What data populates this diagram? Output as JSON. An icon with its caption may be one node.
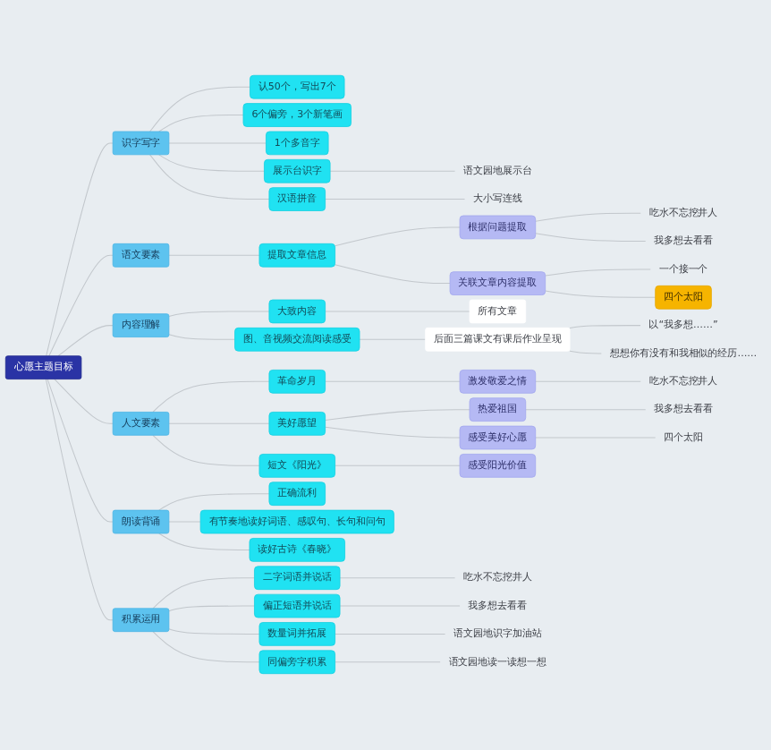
{
  "diagram": {
    "nodes": [
      {
        "text": [
          "心愿主题目标"
        ]
      },
      {
        "text": [
          "识字写字"
        ]
      },
      {
        "text": [
          "认50个，写出7个"
        ]
      },
      {
        "text": [
          "6个偏旁，3个新笔画"
        ]
      },
      {
        "text": [
          "1个多音字"
        ]
      },
      {
        "text": [
          "展示台识字"
        ]
      },
      {
        "text": [
          "语文园地展示台"
        ]
      },
      {
        "text": [
          "汉语拼音"
        ]
      },
      {
        "text": [
          "大小写连线"
        ]
      },
      {
        "text": [
          "语文要素"
        ]
      },
      {
        "text": [
          "提取文章信息"
        ]
      },
      {
        "text": [
          "根据问题提取"
        ]
      },
      {
        "text": [
          "吃水不忘挖井人"
        ]
      },
      {
        "text": [
          "我多想去看看"
        ]
      },
      {
        "text": [
          "关联文章内容提取"
        ]
      },
      {
        "text": [
          "一个接一个"
        ]
      },
      {
        "text": [
          "四个太阳"
        ]
      },
      {
        "text": [
          "内容理解"
        ]
      },
      {
        "text": [
          "大致内容"
        ]
      },
      {
        "text": [
          "所有文章"
        ]
      },
      {
        "text": [
          "图、音视频交流阅读感受"
        ]
      },
      {
        "text": [
          "后面三篇课文有课后作业呈现"
        ]
      },
      {
        "text": [
          "以“我多想……”"
        ]
      },
      {
        "text": [
          "想想你有没有和我相似的经历……"
        ]
      },
      {
        "text": [
          "人文要素"
        ]
      },
      {
        "text": [
          "革命岁月"
        ]
      },
      {
        "text": [
          "激发敬爱之情"
        ]
      },
      {
        "text": [
          "吃水不忘挖井人"
        ]
      },
      {
        "text": [
          "美好愿望"
        ]
      },
      {
        "text": [
          "热爱祖国"
        ]
      },
      {
        "text": [
          "我多想去看看"
        ]
      },
      {
        "text": [
          "感受美好心愿"
        ]
      },
      {
        "text": [
          "四个太阳"
        ]
      },
      {
        "text": [
          "短文《阳光》"
        ]
      },
      {
        "text": [
          "感受阳光价值"
        ]
      },
      {
        "text": [
          "朗读背诵"
        ]
      },
      {
        "text": [
          "正确流利"
        ]
      },
      {
        "text": [
          "有节奏地读好词语、感叹句、长句和问句"
        ]
      },
      {
        "text": [
          "读好古诗《春晓》"
        ]
      },
      {
        "text": [
          "积累运用"
        ]
      },
      {
        "text": [
          "二字词语并说话"
        ]
      },
      {
        "text": [
          "吃水不忘挖井人"
        ]
      },
      {
        "text": [
          "偏正短语并说话"
        ]
      },
      {
        "text": [
          "我多想去看看"
        ]
      },
      {
        "text": [
          "数量词并拓展"
        ]
      },
      {
        "text": [
          "语文园地识字加油站"
        ]
      },
      {
        "text": [
          "同偏旁字积累"
        ]
      },
      {
        "text": [
          "语文园地读一读想一想"
        ]
      }
    ],
    "edges": [
      {
        "from": 0,
        "to": 1,
        "arrow": "none"
      },
      {
        "from": 1,
        "to": 2,
        "arrow": "none"
      },
      {
        "from": 1,
        "to": 3,
        "arrow": "none"
      },
      {
        "from": 1,
        "to": 4,
        "arrow": "none"
      },
      {
        "from": 1,
        "to": 5,
        "arrow": "none"
      },
      {
        "from": 5,
        "to": 6,
        "arrow": "none"
      },
      {
        "from": 1,
        "to": 7,
        "arrow": "none"
      },
      {
        "from": 7,
        "to": 8,
        "arrow": "none"
      },
      {
        "from": 0,
        "to": 9,
        "arrow": "none"
      },
      {
        "from": 9,
        "to": 10,
        "arrow": "none"
      },
      {
        "from": 10,
        "to": 11,
        "arrow": "none"
      },
      {
        "from": 11,
        "to": 12,
        "arrow": "none"
      },
      {
        "from": 11,
        "to": 13,
        "arrow": "none"
      },
      {
        "from": 10,
        "to": 14,
        "arrow": "none"
      },
      {
        "from": 14,
        "to": 15,
        "arrow": "none"
      },
      {
        "from": 14,
        "to": 16,
        "arrow": "none"
      },
      {
        "from": 0,
        "to": 17,
        "arrow": "none"
      },
      {
        "from": 17,
        "to": 18,
        "arrow": "none"
      },
      {
        "from": 18,
        "to": 19,
        "arrow": "none"
      },
      {
        "from": 17,
        "to": 20,
        "arrow": "none"
      },
      {
        "from": 20,
        "to": 21,
        "arrow": "none"
      },
      {
        "from": 21,
        "to": 22,
        "arrow": "none"
      },
      {
        "from": 21,
        "to": 23,
        "arrow": "none"
      },
      {
        "from": 0,
        "to": 24,
        "arrow": "none"
      },
      {
        "from": 24,
        "to": 25,
        "arrow": "none"
      },
      {
        "from": 25,
        "to": 26,
        "arrow": "none"
      },
      {
        "from": 26,
        "to": 27,
        "arrow": "none"
      },
      {
        "from": 24,
        "to": 28,
        "arrow": "none"
      },
      {
        "from": 28,
        "to": 29,
        "arrow": "none"
      },
      {
        "from": 29,
        "to": 30,
        "arrow": "none"
      },
      {
        "from": 28,
        "to": 31,
        "arrow": "none"
      },
      {
        "from": 31,
        "to": 32,
        "arrow": "none"
      },
      {
        "from": 24,
        "to": 33,
        "arrow": "none"
      },
      {
        "from": 33,
        "to": 34,
        "arrow": "none"
      },
      {
        "from": 0,
        "to": 35,
        "arrow": "none"
      },
      {
        "from": 35,
        "to": 36,
        "arrow": "none"
      },
      {
        "from": 35,
        "to": 37,
        "arrow": "none"
      },
      {
        "from": 35,
        "to": 38,
        "arrow": "none"
      },
      {
        "from": 0,
        "to": 39,
        "arrow": "none"
      },
      {
        "from": 39,
        "to": 40,
        "arrow": "none"
      },
      {
        "from": 40,
        "to": 41,
        "arrow": "none"
      },
      {
        "from": 39,
        "to": 42,
        "arrow": "none"
      },
      {
        "from": 42,
        "to": 43,
        "arrow": "none"
      },
      {
        "from": 39,
        "to": 44,
        "arrow": "none"
      },
      {
        "from": 44,
        "to": 45,
        "arrow": "none"
      },
      {
        "from": 39,
        "to": 46,
        "arrow": "none"
      },
      {
        "from": 46,
        "to": 47,
        "arrow": "none"
      }
    ]
  }
}
